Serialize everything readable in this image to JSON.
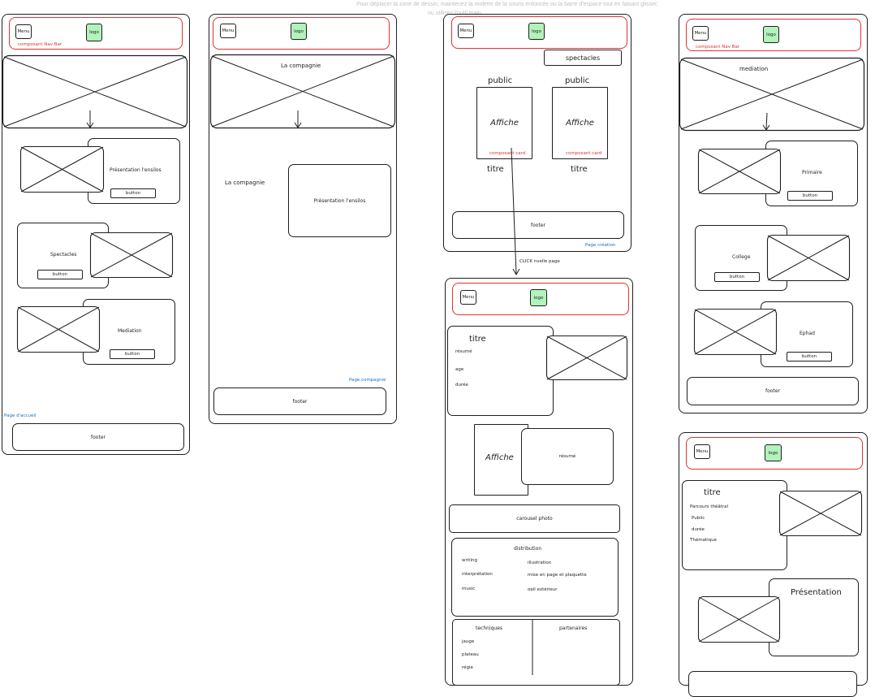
{
  "hint": {
    "line1": "Pour déplacer la zone de dessin, maintenez la molette de la souris enfoncée ou la barre d'espace tout en faisant glisser,",
    "line2": "ou utilisez l'outil main"
  },
  "common": {
    "menu": "Menu",
    "logo": "logo",
    "button": "button",
    "footer": "footer",
    "navbar_component": "composant Nav Bar",
    "card_component": "composant card"
  },
  "home": {
    "page_label": "Page d'accueil",
    "card1": "Présentation l'ensilos",
    "card2": "Spectacles",
    "card3": "Mediation"
  },
  "company": {
    "page_label": "Page compagnie",
    "hero_title": "La compagnie",
    "side_title": "La compagnie",
    "presentation": "Présentation l'ensilos"
  },
  "creation": {
    "page_label": "Page création",
    "filter": "spectacles",
    "public1": "public",
    "public2": "public",
    "poster1": "Affiche",
    "poster2": "Affiche",
    "title1": "titre",
    "title2": "titre",
    "click_note": "CLICK nvelle page"
  },
  "show": {
    "title": "titre",
    "resume": "résumé",
    "age": "age",
    "duree": "durée",
    "poster": "Affiche",
    "resume2": "résumé",
    "carousel": "carousel photo",
    "distribution": "distribution",
    "dist_left": [
      "writing",
      "interprétation",
      "music"
    ],
    "dist_right": [
      "illustration",
      "mise en page et plaquette",
      "oeil extérieur"
    ],
    "techniques": "techniques",
    "partenaires": "partenaires",
    "tech_items": [
      "jauge",
      "plateau",
      "régie"
    ]
  },
  "mediation": {
    "hero_title": "mediation",
    "card1": "Primaire",
    "card2": "College",
    "card3": "Ephad"
  },
  "parcours": {
    "title": "titre",
    "items": [
      "Parcours théâtral",
      "Public",
      "durée",
      "Thématique"
    ],
    "presentation": "Présentation"
  }
}
